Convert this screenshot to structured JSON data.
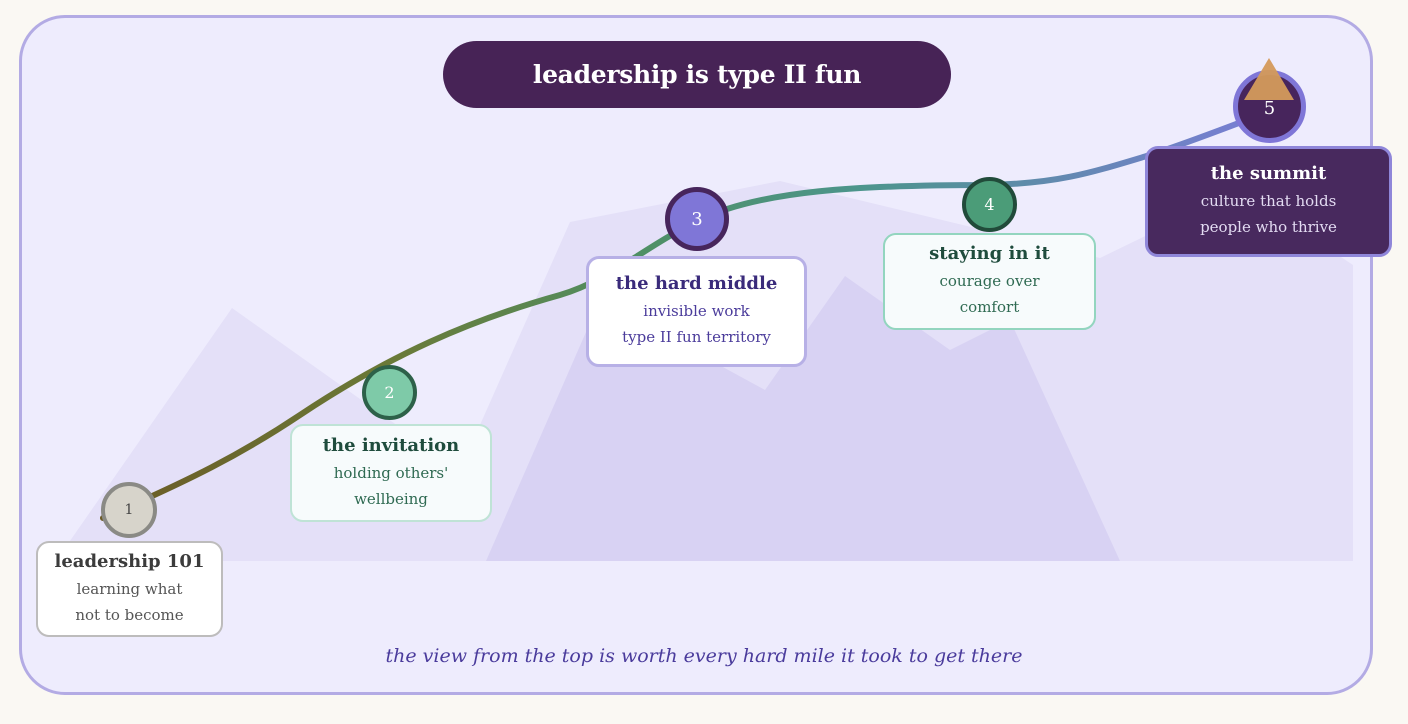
{
  "title": "leadership is type II fun",
  "stages": [
    {
      "number": "1",
      "title": "leadership 101",
      "line1": "learning what",
      "line2": "not to become"
    },
    {
      "number": "2",
      "title": "the invitation",
      "line1": "holding others'",
      "line2": "wellbeing"
    },
    {
      "number": "3",
      "title": "the hard middle",
      "line1": "invisible work",
      "line2": "type II fun territory"
    },
    {
      "number": "4",
      "title": "staying in it",
      "line1": "courage over",
      "line2": "comfort"
    },
    {
      "number": "5",
      "title": "the summit",
      "line1": "culture that holds",
      "line2": "people who thrive"
    }
  ],
  "caption": "the view from the top is worth every hard mile it took to get there",
  "colors": {
    "background": "#faf8f3",
    "panel": "#eeecfd",
    "panel_border": "#b3abe4",
    "title_fill": "#472356",
    "mountain_light": "#e4e0f8",
    "mountain_mid": "#d8d2f3",
    "path_start": "#6b5a25",
    "path_mid": "#4e9a80",
    "path_end": "#7a7dd6",
    "summit_fill": "#48295e",
    "peak_marker": "#d49a5b"
  }
}
